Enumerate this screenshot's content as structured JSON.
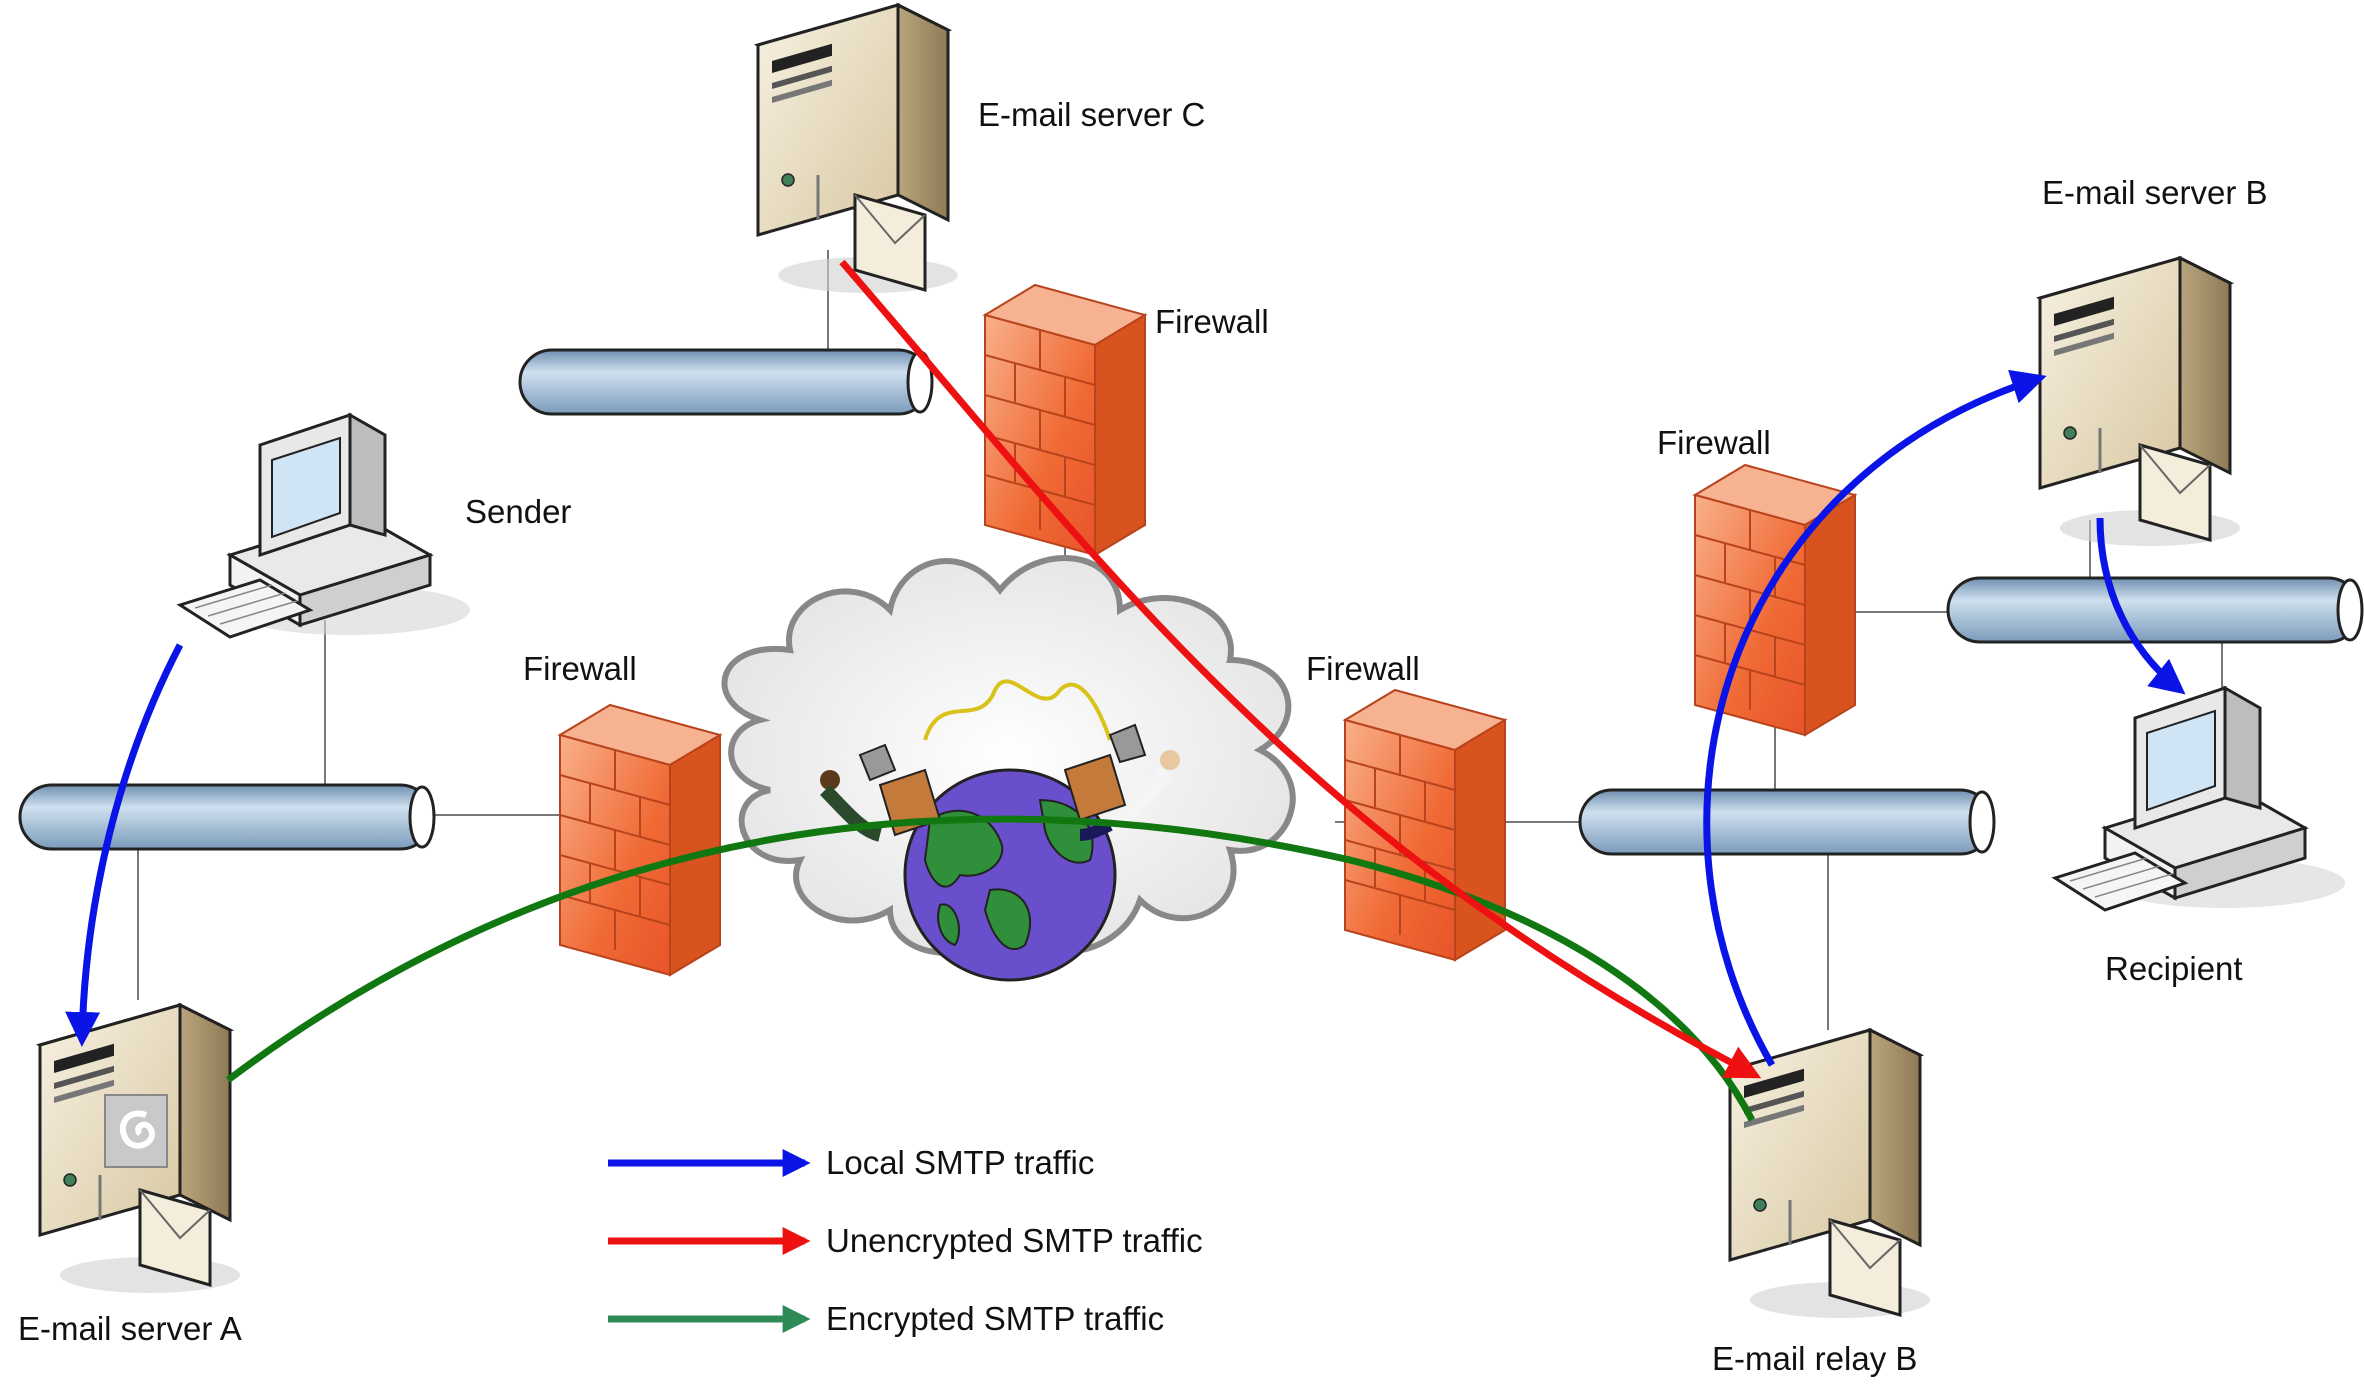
{
  "labels": {
    "server_c": "E-mail server C",
    "server_b": "E-mail server B",
    "server_a": "E-mail server A",
    "relay_b": "E-mail relay B",
    "sender": "Sender",
    "recipient": "Recipient",
    "firewall": "Firewall"
  },
  "legend": [
    {
      "label": "Local SMTP traffic",
      "color": "#0a14e6"
    },
    {
      "label": "Unencrypted SMTP traffic",
      "color": "#ee1111"
    },
    {
      "label": "Encrypted SMTP traffic",
      "color": "#2e8b57"
    }
  ],
  "colors": {
    "local": "#0a14e6",
    "unencrypted": "#ee1111",
    "encrypted": "#117711",
    "pipe": "#a9c4dc",
    "firewall": "#f0703a",
    "server_case": "#e8dcc0",
    "cloud": "#ededed",
    "globe_ocean": "#6a4fcc",
    "globe_land": "#2f8f3a"
  }
}
